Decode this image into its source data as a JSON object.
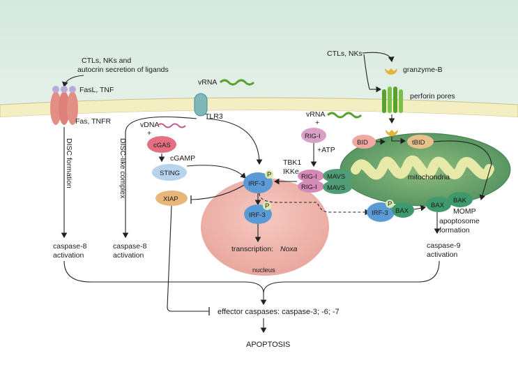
{
  "colors": {
    "extracellular": "#dcebe3",
    "membrane": "#f2eec4",
    "cytoplasm": "#ffffff",
    "nucleus": "#f0b8b0",
    "mitochondria": "#6ea36f",
    "irf3": "#5b9bd5",
    "rig": "#d68ab8",
    "mavs": "#4f9d76",
    "bax": "#3e9a6c",
    "caspase_nodes": "#e8b68a"
  },
  "labels": {
    "ctls_nks_autocrine": "CTLs, NKs and",
    "ctls_nks_autocrine_2": "autocrin secretion of ligands",
    "fasl_tnf": "FasL, TNF",
    "fas_tnfr": "Fas, TNFR",
    "disc_formation": "DISC formation",
    "disc_like_complex": "DISC-like complex",
    "vrna_top": "vRNA",
    "tlr3": "TLR3",
    "ctls_nks": "CTLs, NKs",
    "granzyme_b": "granzyme-B",
    "perforin_pores": "perforin pores",
    "vdna": "vDNA",
    "plus1": "+",
    "cgas": "cGAS",
    "cgamp": "cGAMP",
    "sting": "STING",
    "xiap": "XIAP",
    "vrna_mid": "vRNA",
    "plus2": "+",
    "rig_i": "RIG-I",
    "atp": "+ATP",
    "tbk1": "TBK1",
    "ikke": "IKKe",
    "rig_i_a": "RIG-I",
    "rig_i_b": "RIG-I",
    "mavs_a": "MAVS",
    "mavs_b": "MAVS",
    "mitochondria": "mitochondria",
    "bid": "BID",
    "tbid": "tBID",
    "irf3_cyto": "IRF-3",
    "irf3_nuc": "IRF-3",
    "irf3_bax": "IRF-3",
    "p1": "P",
    "p2": "P",
    "p3": "P",
    "bax": "BAX",
    "bax2": "BAX",
    "bak": "BAK",
    "momp": "MOMP",
    "apoptosome": "apoptosome",
    "formation": "formation",
    "transcription": "transcription:",
    "noxa": "Noxa",
    "nucleus": "nucleus",
    "casp8_left": "caspase-8",
    "activation_left": "activation",
    "casp8_mid": "caspase-8",
    "activation_mid": "activation",
    "casp9": "caspase-9",
    "activation_right": "activation",
    "effector": "effector caspases: caspase-3; -6; -7",
    "apoptosis": "APOPTOSIS"
  }
}
